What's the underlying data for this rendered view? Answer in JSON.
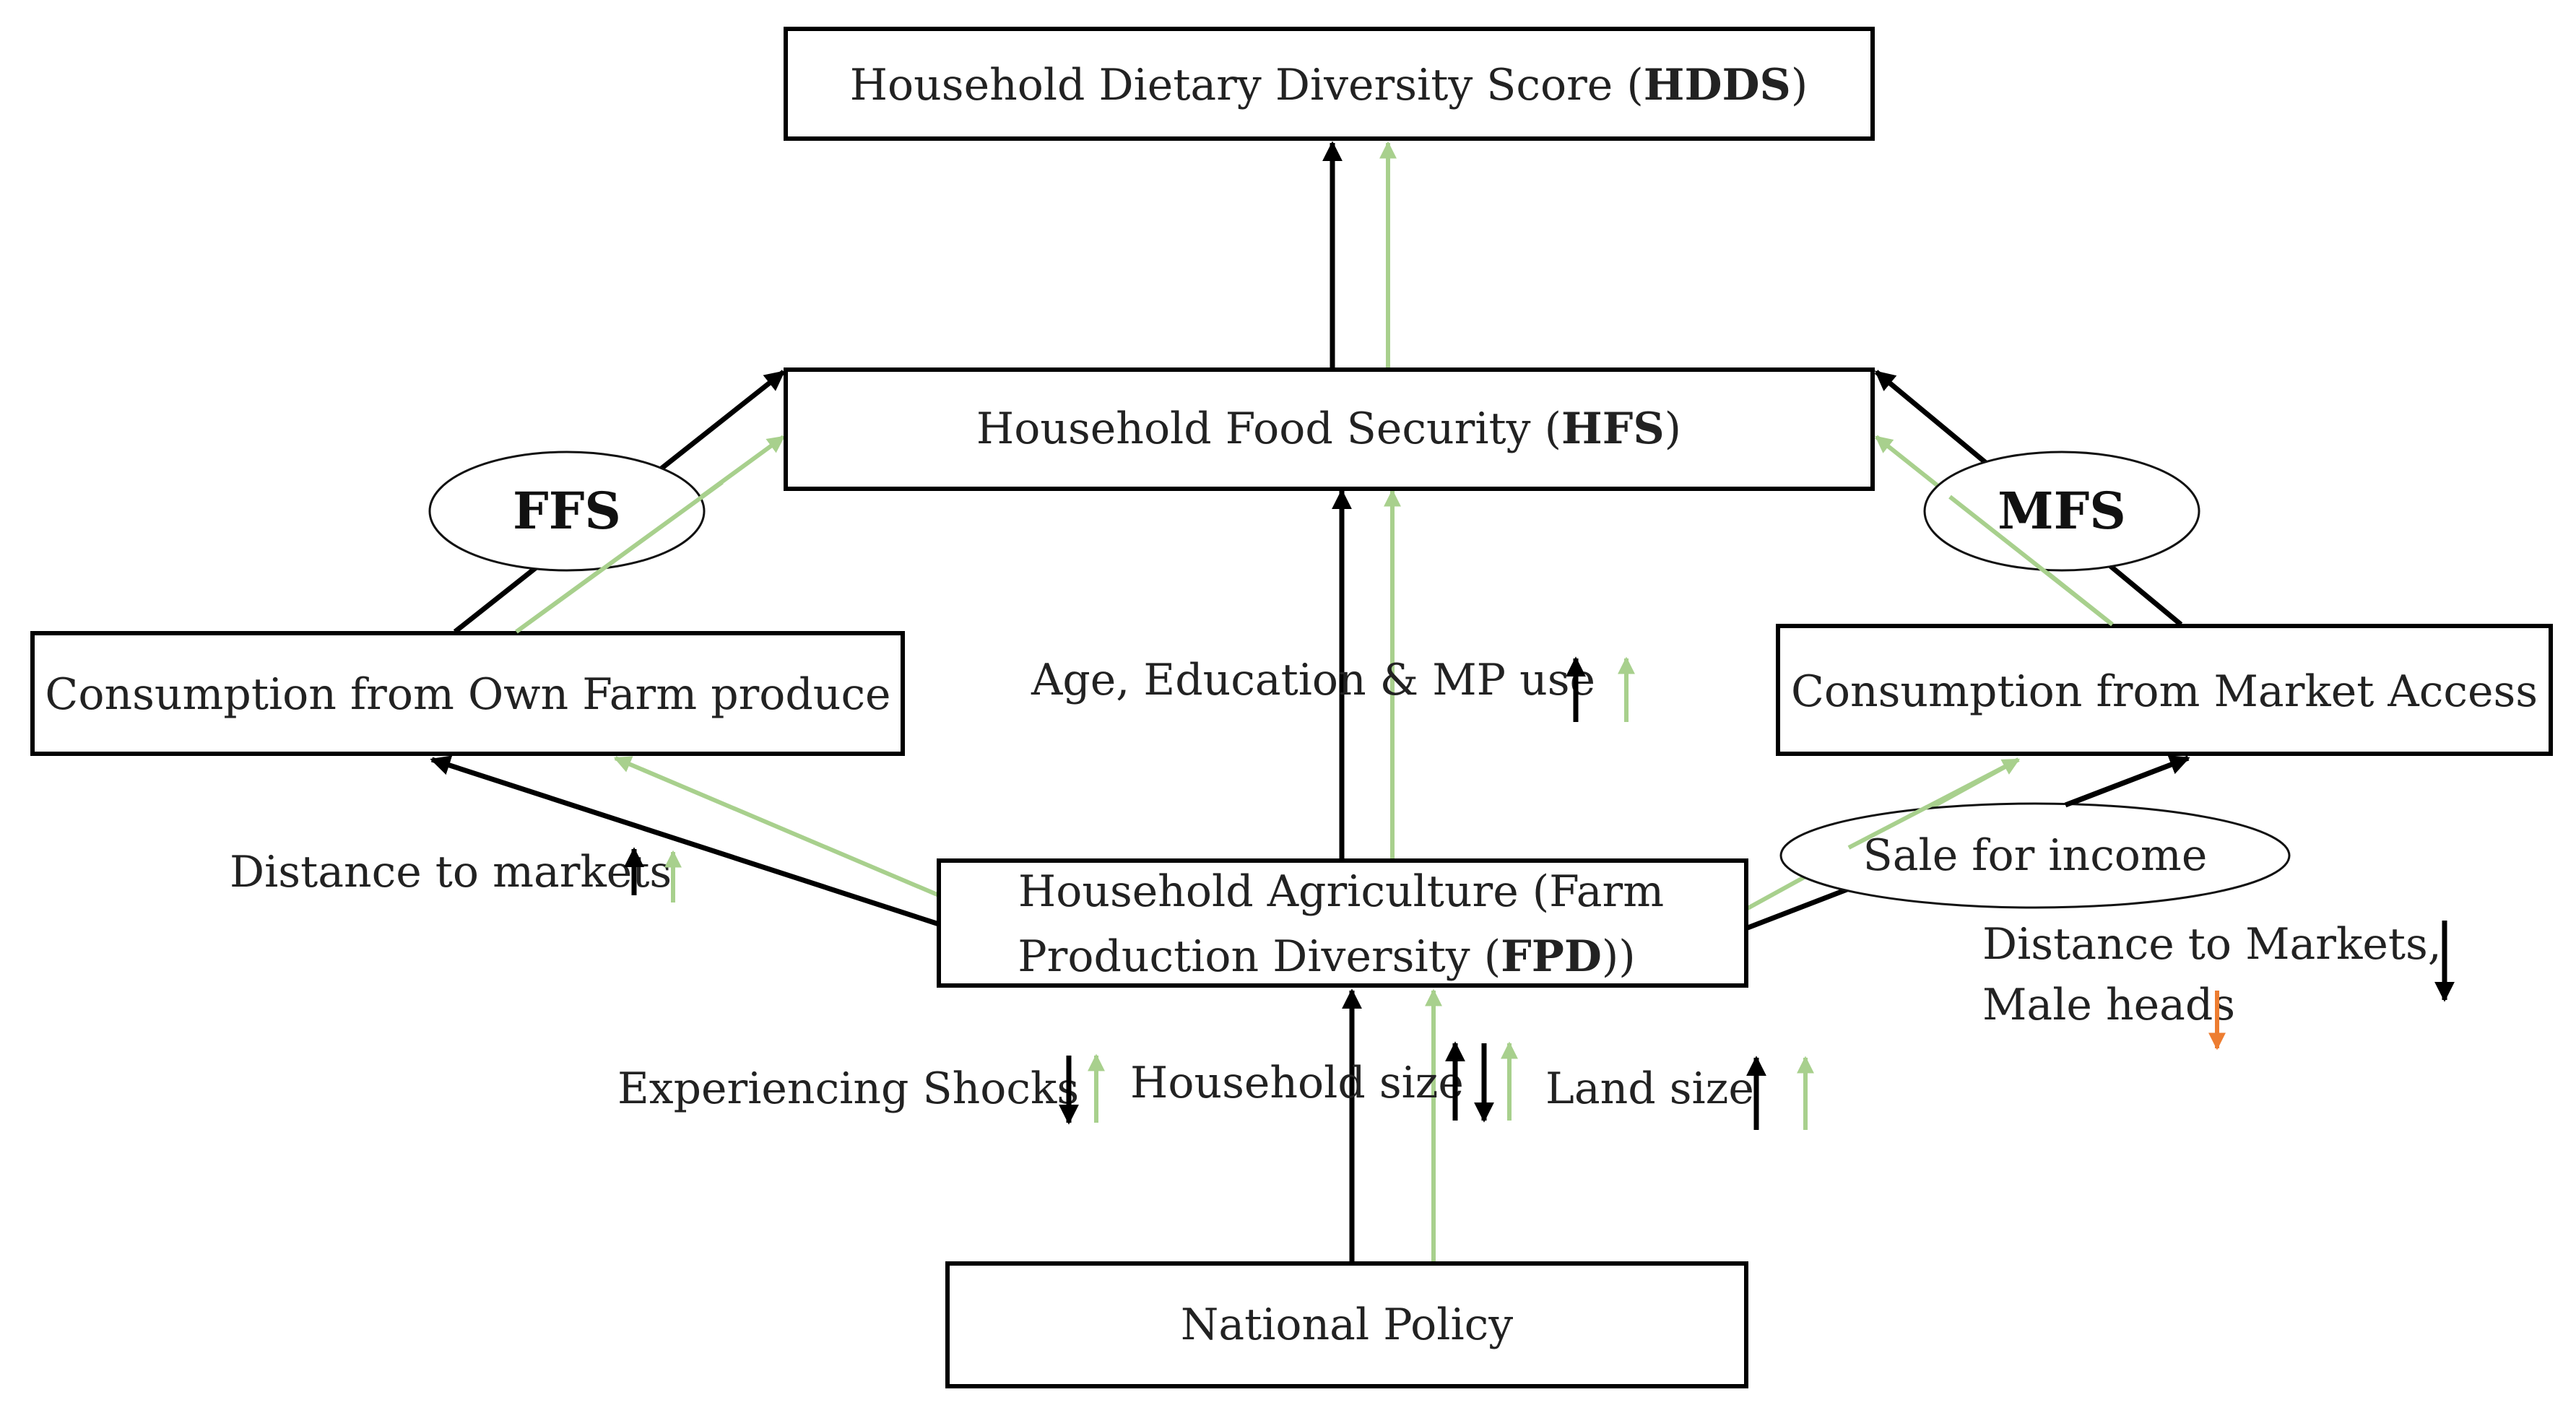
{
  "boxes": {
    "hdds": {
      "text": "Household Dietary Diversity Score (",
      "bold": "HDDS",
      "suffix": ")"
    },
    "hfs": {
      "text": "Household Food Security (",
      "bold": "HFS",
      "suffix": ")"
    },
    "own_farm": {
      "text": "Consumption from Own Farm produce"
    },
    "market": {
      "text": "Consumption from Market Access"
    },
    "fpd": {
      "line1": "Household Agriculture (Farm",
      "line2": "Production Diversity (",
      "bold": "FPD",
      "suffix": "))"
    },
    "policy": {
      "text": "National Policy"
    }
  },
  "ellipses": {
    "ffs": "FFS",
    "mfs": "MFS",
    "sale": "Sale for income"
  },
  "factors": {
    "age_edu": "Age, Education & MP use",
    "dist_markets_left": "Distance to markets",
    "dist_markets_right": "Distance to Markets,",
    "male_heads": "Male heads",
    "shocks": "Experiencing Shocks",
    "household_size": "Household size",
    "land_size": "Land size"
  },
  "colors": {
    "black": "#000000",
    "green": "#a8d08d",
    "orange": "#ed7d31"
  }
}
